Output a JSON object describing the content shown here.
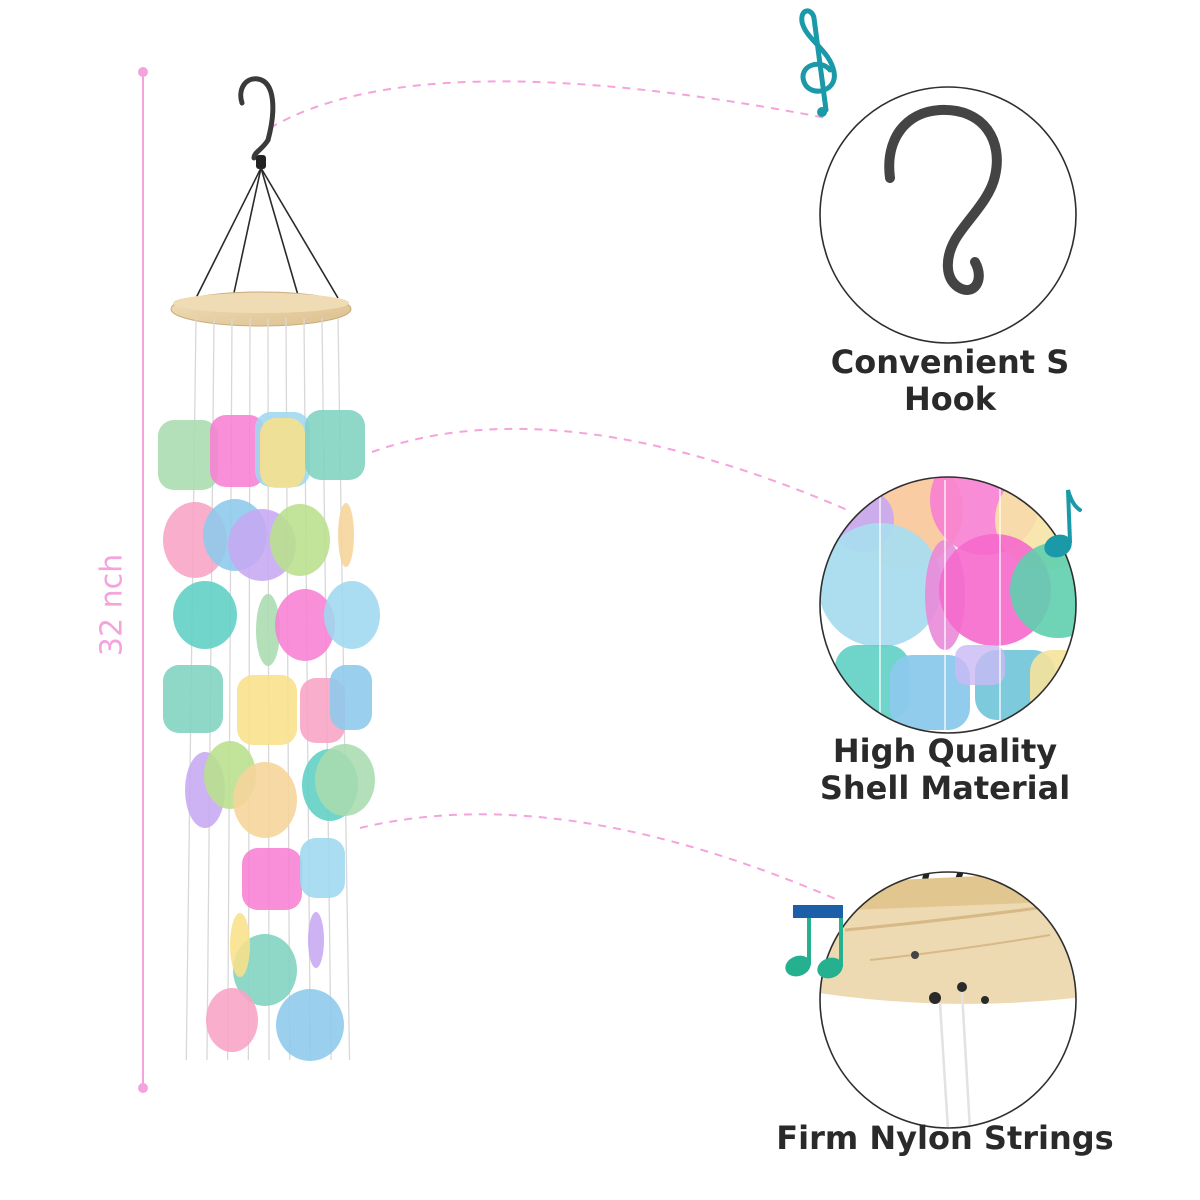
{
  "dimension": {
    "label": "32 nch",
    "color": "#f5a3dc"
  },
  "features": [
    {
      "id": "hook",
      "title": "Convenient S Hook"
    },
    {
      "id": "shell",
      "title_line1": "High Quality",
      "title_line2": "Shell Material"
    },
    {
      "id": "string",
      "title": "Firm Nylon Strings"
    }
  ],
  "colors": {
    "accent_pink": "#f5a3dc",
    "note_teal": "#1a9aa8",
    "text": "#2a2a2a",
    "wood": "#e8d2a8",
    "hook": "#3a3a3a",
    "shell_palette": [
      "#a8dcae",
      "#f77fd3",
      "#9ed8ef",
      "#7fd3c0",
      "#f8e08a",
      "#f8a3c4",
      "#8cc9ec",
      "#c6a8f2",
      "#b8e08c",
      "#f6d49a",
      "#5fcfc4"
    ]
  },
  "icons": [
    "music-treble-clef-icon",
    "music-eighth-note-icon",
    "music-beamed-notes-icon"
  ]
}
